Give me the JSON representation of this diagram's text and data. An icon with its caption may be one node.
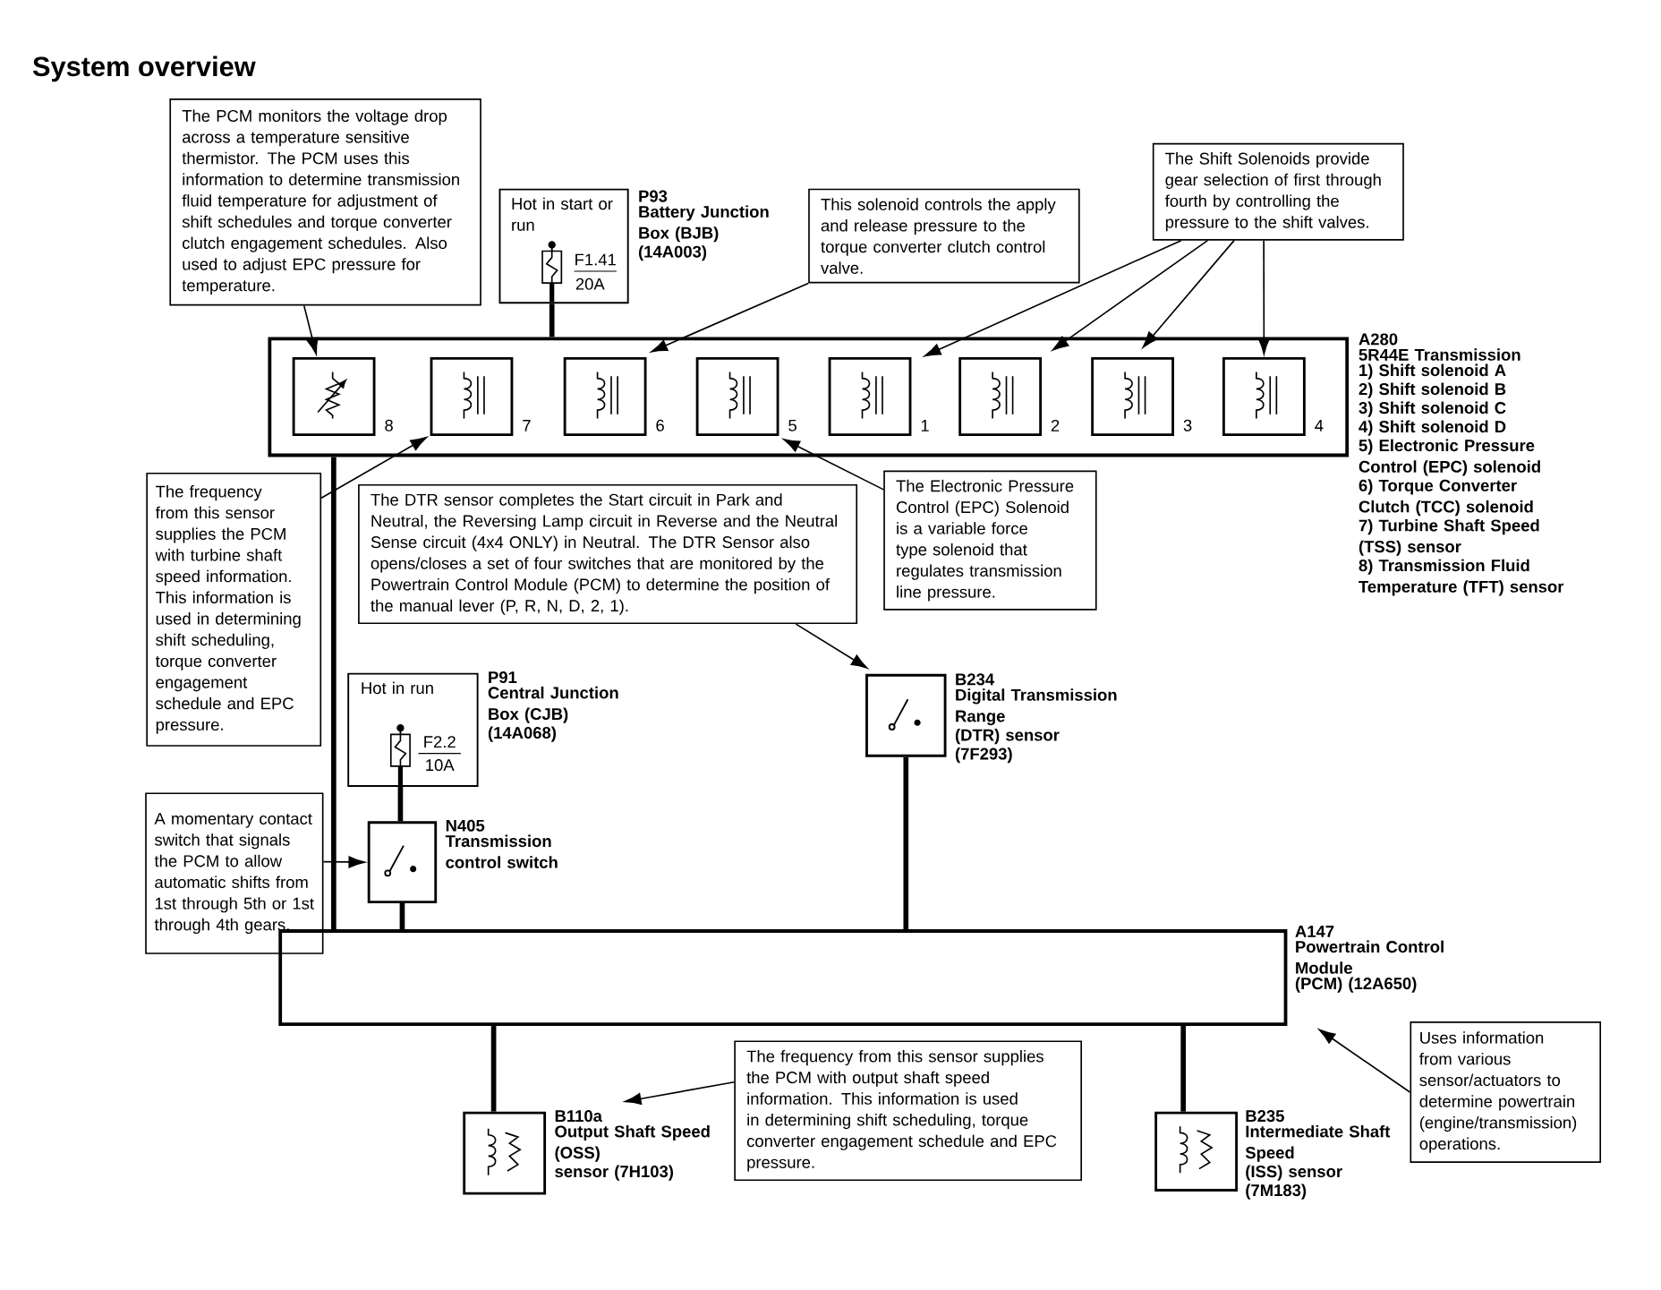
{
  "diagram": {
    "title": "System overview",
    "nodes": [
      {
        "text": [
          "The PCM monitors the voltage drop across a temperature sensitive thermistor. The PCM uses this information to determine transmission fluid temperature for adjustment of shift schedules and torque converter clutch engagement schedules. Also used to adjust EPC pressure for temperature."
        ]
      },
      {
        "text": [
          "Hot in start or run",
          "F1.41",
          "20A"
        ],
        "beside": [
          "P93",
          "Battery Junction Box (BJB)",
          "(14A003)"
        ]
      },
      {
        "text": [
          "This solenoid controls the apply and release pressure to the torque converter clutch control valve."
        ]
      },
      {
        "text": [
          "The Shift Solenoids provide gear selection of first through fourth by controlling the pressure to the shift valves."
        ]
      },
      {
        "text": [],
        "shape": "box",
        "beside": [
          "A280",
          "5R44E Transmission",
          "1) Shift solenoid A",
          "2) Shift solenoid B",
          "3) Shift solenoid C",
          "4) Shift solenoid D",
          "5) Electronic Pressure Control (EPC) solenoid",
          "6) Torque Converter Clutch (TCC) solenoid",
          "7) Turbine Shaft Speed (TSS) sensor",
          "8) Transmission Fluid Temperature (TFT) sensor"
        ]
      },
      {
        "text": [],
        "shape": "box",
        "in": 4,
        "beside": [
          "8"
        ]
      },
      {
        "text": [],
        "shape": "box",
        "in": 4,
        "beside": [
          "7"
        ]
      },
      {
        "text": [],
        "shape": "box",
        "in": 4,
        "beside": [
          "6"
        ]
      },
      {
        "text": [],
        "shape": "box",
        "in": 4,
        "beside": [
          "5"
        ]
      },
      {
        "text": [],
        "shape": "box",
        "in": 4,
        "beside": [
          "1"
        ]
      },
      {
        "text": [],
        "shape": "box",
        "in": 4,
        "beside": [
          "2"
        ]
      },
      {
        "text": [],
        "shape": "box",
        "in": 4,
        "beside": [
          "3"
        ]
      },
      {
        "text": [],
        "shape": "box",
        "in": 4,
        "beside": [
          "4"
        ]
      },
      {
        "text": [
          "The frequency from this sensor supplies the PCM with turbine shaft speed information. This information is used in determining shift scheduling, torque converter engagement schedule and EPC pressure."
        ]
      },
      {
        "text": [
          "The DTR sensor completes the Start circuit in Park and Neutral, the Reversing Lamp circuit in Reverse and the Neutral Sense circuit (4x4 ONLY) in Neutral. The DTR Sensor also opens/closes a set of four switches that are monitored by the Powertrain Control Module (PCM) to determine the position of the manual lever (P, R, N, D, 2, 1)."
        ]
      },
      {
        "text": [
          "The Electronic Pressure Control (EPC) Solenoid is a variable force type solenoid that regulates transmission line pressure."
        ]
      },
      {
        "text": [
          "Hot in run",
          "F2.2",
          "10A"
        ],
        "beside": [
          "P91",
          "Central Junction Box (CJB)",
          "(14A068)"
        ]
      },
      {
        "text": [],
        "shape": "box",
        "beside": [
          "B234",
          "Digital Transmission Range",
          "(DTR) sensor",
          "(7F293)"
        ]
      },
      {
        "text": [
          "A momentary contact switch that signals the PCM to allow automatic shifts from 1st through 5th or 1st through 4th gears."
        ]
      },
      {
        "text": [],
        "shape": "box",
        "beside": [
          "N405",
          "Transmission control switch"
        ]
      },
      {
        "text": [],
        "shape": "box",
        "beside": [
          "A147",
          "Powertrain Control Module",
          "(PCM) (12A650)"
        ]
      },
      {
        "text": [
          "Uses information from various sensor/actuators to determine powertrain (engine/transmission) operations."
        ]
      },
      {
        "text": [
          "The frequency from this sensor supplies the PCM with output shaft speed information. This information is used in determining shift scheduling, torque converter engagement schedule and EPC pressure."
        ]
      },
      {
        "text": [],
        "shape": "box",
        "beside": [
          "B110a",
          "Output Shaft Speed (OSS)",
          "sensor (7H103)"
        ]
      },
      {
        "text": [],
        "shape": "box",
        "beside": [
          "B235",
          "Intermediate Shaft Speed",
          "(ISS) sensor",
          "(7M183)"
        ]
      }
    ],
    "edges": [
      {
        "from": 0,
        "to": 5,
        "arrow": "to"
      },
      {
        "from": 1,
        "to": 4,
        "arrow": "none",
        "style": "thick"
      },
      {
        "from": 2,
        "to": 7,
        "arrow": "to"
      },
      {
        "from": 3,
        "to": 9,
        "arrow": "to"
      },
      {
        "from": 3,
        "to": 10,
        "arrow": "to"
      },
      {
        "from": 3,
        "to": 11,
        "arrow": "to"
      },
      {
        "from": 3,
        "to": 12,
        "arrow": "to"
      },
      {
        "from": 4,
        "to": 20,
        "arrow": "none",
        "style": "thick"
      },
      {
        "from": 13,
        "to": 6,
        "arrow": "to"
      },
      {
        "from": 14,
        "to": 17,
        "arrow": "to"
      },
      {
        "from": 15,
        "to": 8,
        "arrow": "to"
      },
      {
        "from": 16,
        "to": 19,
        "arrow": "none",
        "style": "thick"
      },
      {
        "from": 18,
        "to": 19,
        "arrow": "to"
      },
      {
        "from": 19,
        "to": 20,
        "arrow": "none",
        "style": "thick"
      },
      {
        "from": 17,
        "to": 20,
        "arrow": "none",
        "style": "thick"
      },
      {
        "from": 21,
        "to": 20,
        "arrow": "to"
      },
      {
        "from": 22,
        "to": 23,
        "arrow": "to"
      },
      {
        "from": 20,
        "to": 23,
        "arrow": "none",
        "style": "thick"
      },
      {
        "from": 20,
        "to": 24,
        "arrow": "none",
        "style": "thick"
      }
    ]
  }
}
